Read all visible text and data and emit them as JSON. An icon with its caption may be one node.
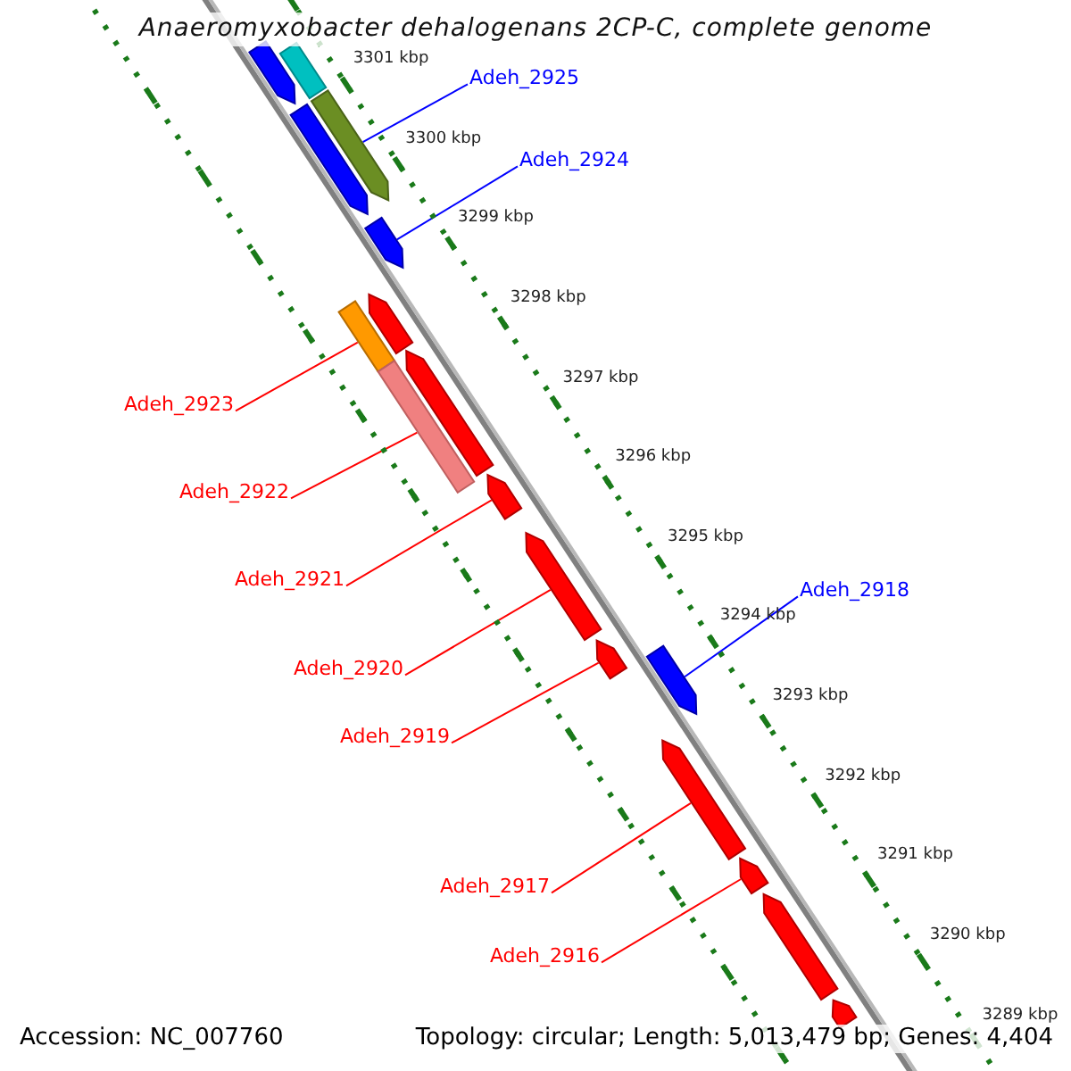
{
  "diagram": {
    "title": "Anaeromyxobacter dehalogenans 2CP-C, complete genome",
    "nodes": [
      {
        "text": [
          "Adeh_2925"
        ]
      },
      {
        "text": [
          "Adeh_2924"
        ]
      },
      {
        "text": [
          "Adeh_2923"
        ]
      },
      {
        "text": [
          "Adeh_2922"
        ]
      },
      {
        "text": [
          "Adeh_2921"
        ]
      },
      {
        "text": [
          "Adeh_2918"
        ]
      },
      {
        "text": [
          "Adeh_2920"
        ]
      },
      {
        "text": [
          "Adeh_2919"
        ]
      },
      {
        "text": [
          "Adeh_2917"
        ]
      },
      {
        "text": [
          "Adeh_2916"
        ]
      },
      {
        "text": [],
        "shape": "pentagon"
      },
      {
        "text": [],
        "shape": "bar"
      },
      {
        "text": [],
        "shape": "pentagon"
      },
      {
        "text": [],
        "shape": "pentagon"
      },
      {
        "text": [],
        "shape": "pentagon"
      },
      {
        "text": [],
        "shape": "bar"
      },
      {
        "text": [],
        "shape": "pentagon"
      },
      {
        "text": [],
        "shape": "pentagon"
      },
      {
        "text": [],
        "shape": "bar"
      },
      {
        "text": [],
        "shape": "pentagon"
      },
      {
        "text": [],
        "shape": "pentagon"
      },
      {
        "text": [],
        "shape": "pentagon"
      },
      {
        "text": [],
        "shape": "pentagon"
      },
      {
        "text": [],
        "shape": "pentagon"
      },
      {
        "text": [],
        "shape": "pentagon"
      },
      {
        "text": [],
        "shape": "pentagon"
      },
      {
        "text": [],
        "shape": "pentagon"
      }
    ],
    "edges": [
      {
        "from": 0,
        "to": 13,
        "arrow": "none",
        "color": "#0000ff"
      },
      {
        "from": 1,
        "to": 14,
        "arrow": "none",
        "color": "#0000ff"
      },
      {
        "from": 2,
        "to": 15,
        "arrow": "none"
      },
      {
        "from": 3,
        "to": 18,
        "arrow": "none"
      },
      {
        "from": 4,
        "to": 19,
        "arrow": "none"
      },
      {
        "from": 5,
        "to": 22,
        "arrow": "none",
        "color": "#0000ff"
      },
      {
        "from": 6,
        "to": 20,
        "arrow": "none"
      },
      {
        "from": 7,
        "to": 21,
        "arrow": "none"
      },
      {
        "from": 8,
        "to": 23,
        "arrow": "none"
      },
      {
        "from": 9,
        "to": 24,
        "arrow": "none"
      }
    ],
    "labels": [
      "3301 kbp",
      "3300 kbp",
      "3299 kbp",
      "3298 kbp",
      "3297 kbp",
      "3296 kbp",
      "3295 kbp",
      "3294 kbp",
      "3293 kbp",
      "3292 kbp",
      "3291 kbp",
      "3290 kbp",
      "3289 kbp",
      "Accession: NC_007760",
      "Topology: circular; Length: 5,013,479 bp; Genes: 4,404"
    ]
  }
}
